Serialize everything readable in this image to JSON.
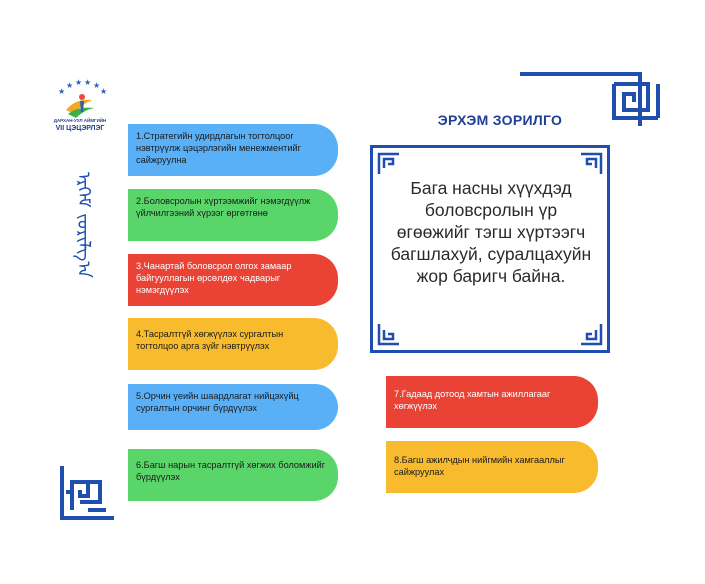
{
  "logo": {
    "small_text": "ДАРХАН-УУЛ АЙМГИЙН",
    "big_text": "VII ЦЭЦЭРЛЭГ"
  },
  "mongolian_script": "ᠡᠷᠬᠡᠮ ᠵᠣᠷᠢᠯᠭ᠎ᠠ",
  "title": "ЭРХЭМ ЗОРИЛГО",
  "mission": "Бага насны хүүхдэд боловсролын үр өгөөжийг тэгш хүртээгч багшлахуй, суралцахуйн жор баригч байна.",
  "goals": [
    {
      "text": "1.Стратегийн удирдлагын тогтолцоог нэвтрүүлж цэцэрлэгийн менежментийг сайжруулна",
      "color": "#5ab0f7"
    },
    {
      "text": "2.Боловсролын хүртээмжийг нэмэгдүүлж үйлчилгээний хүрээг өргөтгөнө",
      "color": "#5ad56a"
    },
    {
      "text": "3.Чанартай боловсрол олгох замаар байгууллагын өрсөлдөх чадварыг нэмэгдүүлэх",
      "color": "#ea4234"
    },
    {
      "text": "4.Тасралтгүй хөгжүүлэх сургалтын тогтолцоо арга зүйг нэвтрүүлэх",
      "color": "#f7bb2d"
    },
    {
      "text": "5.Орчин үеийн шаардлагат нийцэхүйц сургалтын орчинг бүрдүүлэх",
      "color": "#5ab0f7"
    },
    {
      "text": "6.Багш нарын тасралтгүй хөгжих боломжийг бүрдүүлэх",
      "color": "#5ad56a"
    },
    {
      "text": "7.Гадаад дотоод хамтын ажиллагааг хөгжүүлэх",
      "color": "#ea4234"
    },
    {
      "text": "8.Багш ажилчдын нийгмийн хамгааллыг сайжруулах",
      "color": "#f7bb2d"
    }
  ],
  "colors": {
    "blue_ornament": "#1f4fae",
    "title": "#1f3f96"
  }
}
